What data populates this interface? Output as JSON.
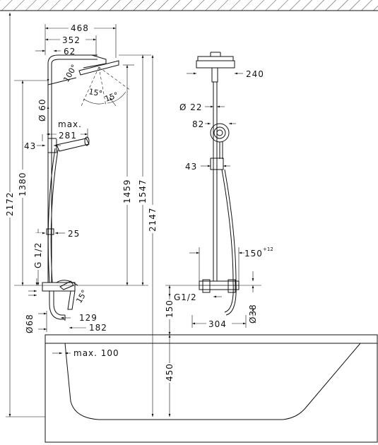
{
  "labels": {
    "d468": "468",
    "d352": "352",
    "d62": "62",
    "d100": "100°",
    "a15a": "15°",
    "a15b": "15°",
    "d60": "Ø 60",
    "max": "max.",
    "d281": "281",
    "d43l": "43",
    "d1380": "1380",
    "d2172": "2172",
    "d1459": "1459",
    "d1547": "1547",
    "d2147": "2147",
    "d25": "25",
    "dG12l": "G 1/2",
    "a15c": "15°",
    "d129": "129",
    "d68": "Ø68",
    "d182": "182",
    "d150l": "150",
    "d450": "450",
    "dmax100": "max. 100",
    "d240": "240",
    "d22": "Ø 22",
    "d82": "82",
    "d43r": "43",
    "d150r": "150",
    "d150r_tol": "+12",
    "dG12r": "G1/2",
    "d38": "Ø38",
    "d304": "304"
  }
}
